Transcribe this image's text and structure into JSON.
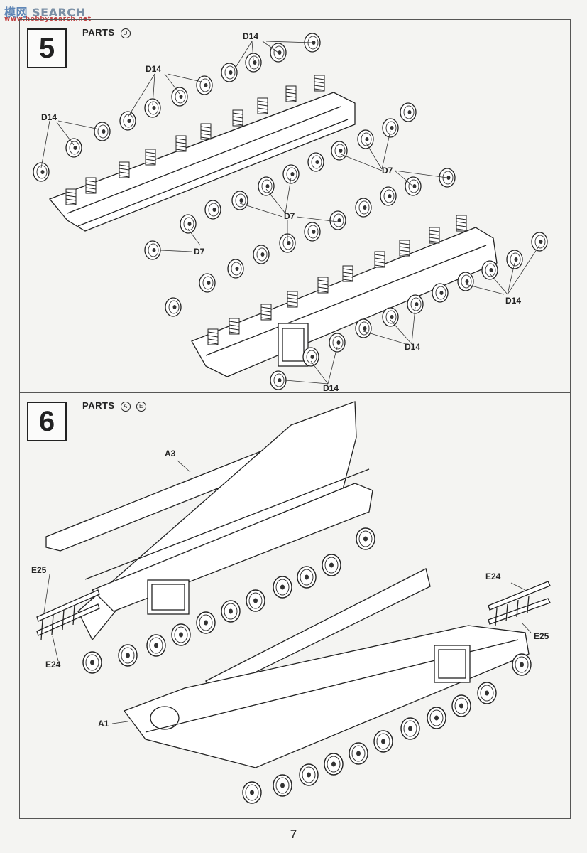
{
  "watermark": {
    "left": "模",
    "right": "网",
    "text": "SEARCH",
    "url": "www.hobbysearch.net"
  },
  "step5": {
    "number": "5",
    "parts_label": "PARTS",
    "parts_letters": [
      "D"
    ],
    "callouts": [
      "D14",
      "D14",
      "D14",
      "D7",
      "D7",
      "D7",
      "D14",
      "D14",
      "D14"
    ]
  },
  "step6": {
    "number": "6",
    "parts_label": "PARTS",
    "parts_letters": [
      "A",
      "E"
    ],
    "callouts": [
      "A3",
      "E25",
      "E24",
      "E24",
      "E25",
      "A1"
    ]
  },
  "page_number": "7"
}
